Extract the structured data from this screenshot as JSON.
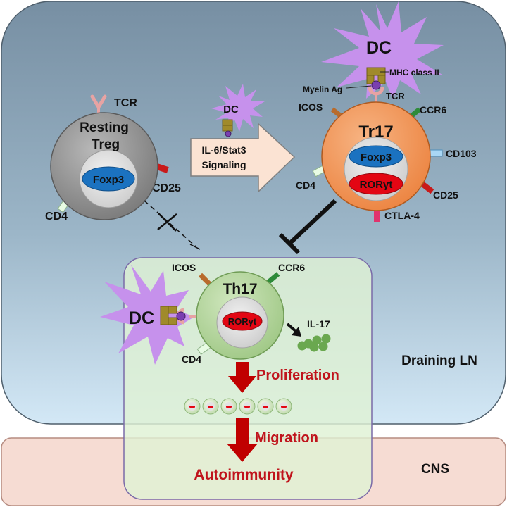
{
  "regions": {
    "draining_ln": "Draining LN",
    "cns": "CNS"
  },
  "resting_treg": {
    "title_line1": "Resting",
    "title_line2": "Treg",
    "nucleus": "Foxp3",
    "markers": {
      "tcr": "TCR",
      "cd25": "CD25",
      "cd4": "CD4"
    }
  },
  "signaling": {
    "dc": "DC",
    "line1": "IL-6/Stat3",
    "line2": "Signaling"
  },
  "tr17": {
    "dc": "DC",
    "mhc": "MHC class II",
    "myelin": "Myelin Ag",
    "title": "Tr17",
    "nucleus_top": "Foxp3",
    "nucleus_bottom": "RORγt",
    "markers": {
      "tcr": "TCR",
      "icos": "ICOS",
      "ccr6": "CCR6",
      "cd103": "CD103",
      "cd25": "CD25",
      "ctla4": "CTLA-4",
      "cd4": "CD4"
    }
  },
  "th17": {
    "dc": "DC",
    "title": "Th17",
    "nucleus": "RORγt",
    "markers": {
      "icos": "ICOS",
      "ccr6": "CCR6",
      "cd4": "CD4"
    },
    "il17": "IL-17"
  },
  "steps": {
    "proliferation": "Proliferation",
    "migration": "Migration",
    "outcome": "Autoimmunity"
  },
  "colors": {
    "bg_top": "#7d97ab",
    "bg_bottom": "#cfe5f3",
    "cns": "#f6dcd3",
    "ln_box": "#e1f0d9",
    "dc_purple": "#c691ec",
    "treg_cell": "#8f8f8f",
    "tr17_cell": "#f29a5c",
    "th17_cell": "#b5d59e",
    "foxp3_blue": "#1b72c0",
    "rorgt_red": "#e30613",
    "arrow_red": "#c00000",
    "label_red": "#c0141c"
  }
}
